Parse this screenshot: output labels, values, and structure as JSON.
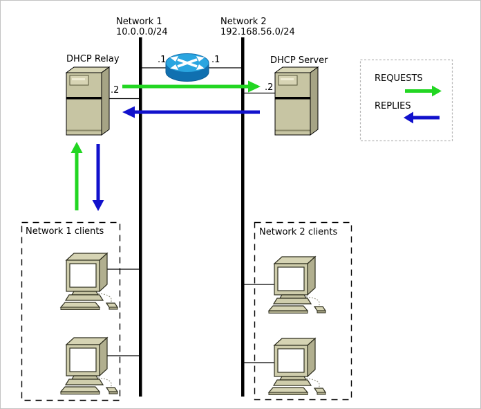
{
  "colors": {
    "requests": "#22D622",
    "replies": "#1111CC",
    "router_top": "#2AA5E0",
    "router_body": "#1070B0",
    "machine_beige": "#CFCDAC"
  },
  "networks": [
    {
      "name": "Network 1",
      "subnet": "10.0.0.0/24",
      "router_ip": ".1",
      "clients_label": "Network 1 clients"
    },
    {
      "name": "Network 2",
      "subnet": "192.168.56.0/24",
      "router_ip": ".1",
      "clients_label": "Network 2 clients"
    }
  ],
  "nodes": {
    "dhcp_relay": {
      "label": "DHCP Relay",
      "ip": ".2"
    },
    "dhcp_server": {
      "label": "DHCP Server",
      "ip": ".2"
    }
  },
  "legend": {
    "requests_label": "REQUESTS",
    "replies_label": "REPLIES"
  }
}
